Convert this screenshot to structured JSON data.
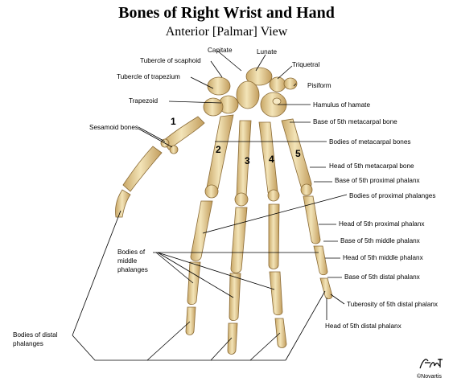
{
  "title": "Bones of Right Wrist and Hand",
  "subtitle": "Anterior [Palmar] View",
  "labels": {
    "capitate": "Capitate",
    "lunate": "Lunate",
    "tubercle_scaphoid": "Tubercle of scaphoid",
    "triquetral": "Triquetral",
    "tubercle_trapezium": "Tubercle of trapezium",
    "pisiform": "Pisiform",
    "trapezoid": "Trapezoid",
    "hamulus": "Hamulus of hamate",
    "base_5th_metacarpal": "Base of 5th metacarpal bone",
    "sesamoid": "Sesamoid bones",
    "bodies_metacarpal": "Bodies of metacarpal bones",
    "head_5th_metacarpal": "Head of 5th metacarpal bone",
    "base_5th_proximal": "Base of 5th proximal phalanx",
    "bodies_proximal": "Bodies of proximal phalanges",
    "head_5th_proximal": "Head of 5th proximal phalanx",
    "bodies_middle_1": "Bodies of",
    "bodies_middle_2": "middle",
    "bodies_middle_3": "phalanges",
    "base_5th_middle": "Base of 5th middle phalanx",
    "head_5th_middle": "Head of 5th middle phalanx",
    "base_5th_distal": "Base of 5th distal phalanx",
    "tuberosity_5th_distal": "Tuberosity of 5th distal phalanx",
    "head_5th_distal": "Head of 5th distal phalanx",
    "bodies_distal_1": "Bodies of distal",
    "bodies_distal_2": "phalanges"
  },
  "digit_numbers": [
    "1",
    "2",
    "3",
    "4",
    "5"
  ],
  "signature": "F. Netter",
  "copyright": "©Novartis",
  "colors": {
    "bone_fill": "#ecd9a6",
    "bone_shade": "#c9a867",
    "bone_outline": "#8a6a34",
    "leader_line": "#000000"
  }
}
